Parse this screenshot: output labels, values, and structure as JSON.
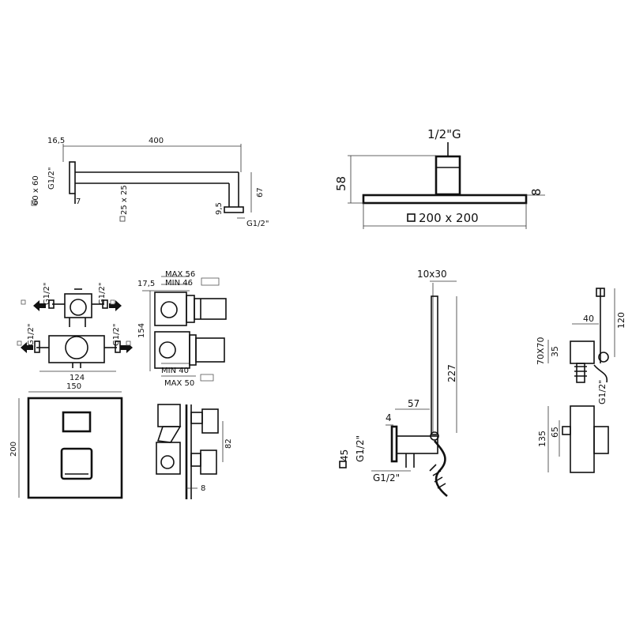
{
  "arm": {
    "d16_5": "16,5",
    "d400": "400",
    "d60x60": "60 x 60",
    "g12a": "G1/2\"",
    "d7": "7",
    "d25x25": "25 x 25",
    "d9_5": "9,5",
    "d67": "67",
    "g12b": "G1/2\""
  },
  "head": {
    "thread": "1/2\"G",
    "d58": "58",
    "d8": "8",
    "size": "200 x 200"
  },
  "mixer": {
    "g12_tl": "G1/2\"",
    "g12_tr": "G1/2\"",
    "g12_ml": "G1/2\"",
    "g12_mr": "G1/2\"",
    "d124": "124",
    "d150": "150",
    "d200": "200"
  },
  "body_side": {
    "d17_5": "17,5",
    "max56": "MAX 56",
    "min46": "MIN 46",
    "d154": "154",
    "min40": "MIN 40",
    "max50": "MAX 50",
    "d82": "82",
    "d8": "8"
  },
  "hand": {
    "d10x30": "10x30",
    "d227": "227",
    "d57": "57",
    "d4": "4",
    "d45": "45",
    "g12a": "G1/2\"",
    "g12b": "G1/2\""
  },
  "outlet": {
    "d40": "40",
    "d120": "120",
    "d70x70": "70X70",
    "d35": "35",
    "g12": "G1/2\"",
    "d135": "135",
    "d65": "65"
  }
}
